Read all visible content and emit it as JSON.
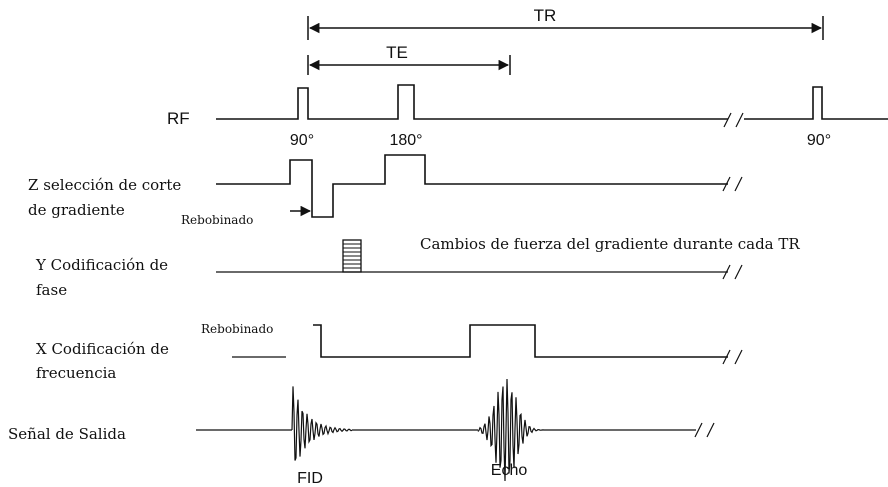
{
  "timing": {
    "tr_label": "TR",
    "te_label": "TE"
  },
  "rf": {
    "label": "RF",
    "pulse_90_label": "90°",
    "pulse_180_label": "180°",
    "pulse_90_repeat_label": "90°"
  },
  "z_gradient": {
    "label_line1": "Z selección de corte",
    "label_line2": "de gradiente",
    "rewind_label": "Rebobinado"
  },
  "y_gradient": {
    "label_line1": "Y Codificación de",
    "label_line2": "fase",
    "note": "Cambios de fuerza del gradiente durante cada TR"
  },
  "x_gradient": {
    "label_line1": "X Codificación de",
    "label_line2": "frecuencia",
    "rewind_label": "Rebobinado"
  },
  "signal": {
    "label": "Señal de Salida",
    "fid_label": "FID",
    "echo_label": "Echo"
  }
}
